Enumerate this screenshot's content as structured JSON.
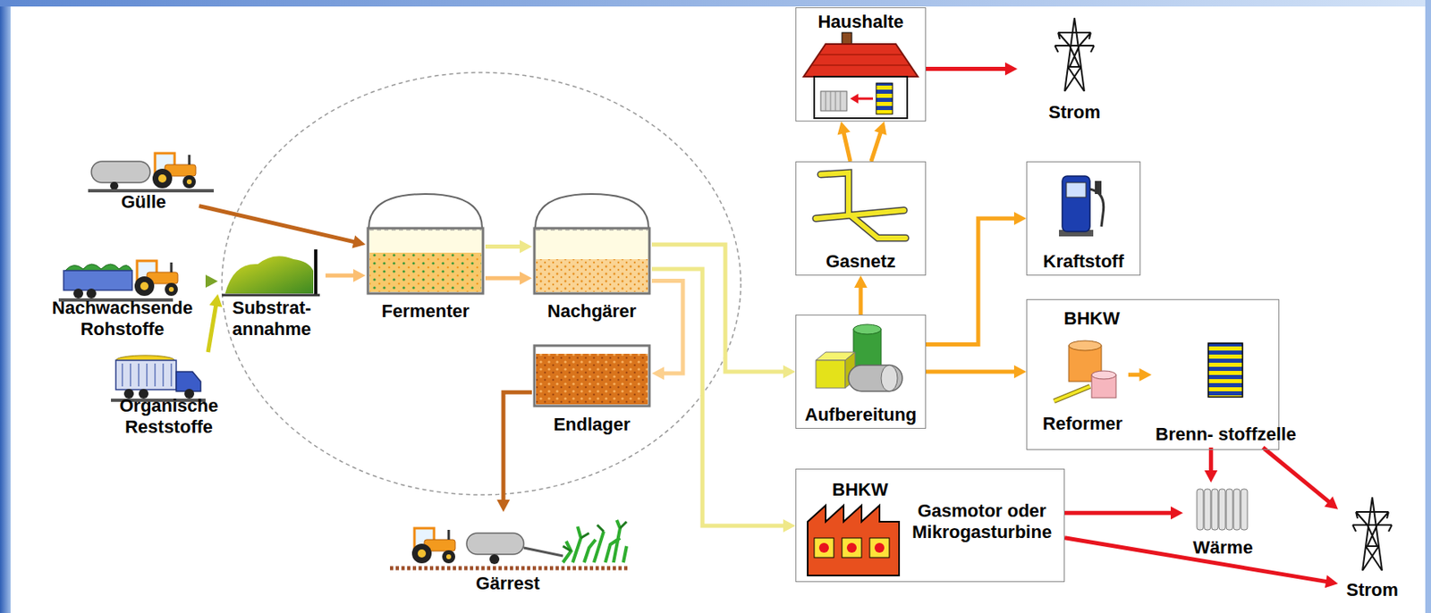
{
  "diagram": {
    "nodes": [
      {
        "text": [
          "Gülle"
        ]
      },
      {
        "text": [
          "Nachwachsende Rohstoffe"
        ]
      },
      {
        "text": [
          "Organische Reststoffe"
        ]
      },
      {
        "text": [
          "Substrat- annahme"
        ]
      },
      {
        "text": [
          "Fermenter"
        ]
      },
      {
        "text": [
          "Nachgärer"
        ]
      },
      {
        "text": [
          "Endlager"
        ]
      },
      {
        "text": [
          "Gärrest"
        ]
      },
      {
        "text": [
          "Haushalte"
        ]
      },
      {
        "text": [
          "Strom"
        ]
      },
      {
        "text": [
          "Gasnetz"
        ]
      },
      {
        "text": [
          "Kraftstoff"
        ]
      },
      {
        "text": [
          "Aufbereitung"
        ]
      },
      {
        "text": [
          "BHKW"
        ]
      },
      {
        "text": [
          "Reformer"
        ],
        "in": 13
      },
      {
        "text": [
          "Brenn- stoffzelle"
        ],
        "in": 13
      },
      {
        "text": [
          "BHKW",
          "Gasmotor oder Mikrogasturbine"
        ]
      },
      {
        "text": [
          "Wärme"
        ]
      },
      {
        "text": [
          "Strom"
        ]
      }
    ],
    "edges": [
      {
        "from": 0,
        "to": 4,
        "arrow": "to"
      },
      {
        "from": 1,
        "to": 3,
        "arrow": "to"
      },
      {
        "from": 2,
        "to": 3,
        "arrow": "to"
      },
      {
        "from": 3,
        "to": 4,
        "arrow": "to"
      },
      {
        "from": 4,
        "to": 5,
        "arrow": "to"
      },
      {
        "from": 4,
        "to": 5,
        "arrow": "to"
      },
      {
        "from": 5,
        "to": 6,
        "arrow": "to"
      },
      {
        "from": 6,
        "to": 7,
        "arrow": "to"
      },
      {
        "from": 5,
        "to": 12,
        "arrow": "to"
      },
      {
        "from": 5,
        "to": 16,
        "arrow": "to"
      },
      {
        "from": 12,
        "to": 10,
        "arrow": "to"
      },
      {
        "from": 10,
        "to": 8,
        "arrow": "to"
      },
      {
        "from": 10,
        "to": 8,
        "arrow": "to"
      },
      {
        "from": 8,
        "to": 9,
        "arrow": "to"
      },
      {
        "from": 12,
        "to": 11,
        "arrow": "to"
      },
      {
        "from": 12,
        "to": 13,
        "arrow": "to"
      },
      {
        "from": 14,
        "to": 15,
        "arrow": "to"
      },
      {
        "from": 15,
        "to": 17,
        "arrow": "to"
      },
      {
        "from": 15,
        "to": 18,
        "arrow": "to"
      },
      {
        "from": 16,
        "to": 17,
        "arrow": "to"
      },
      {
        "from": 16,
        "to": 18,
        "arrow": "to"
      }
    ]
  }
}
